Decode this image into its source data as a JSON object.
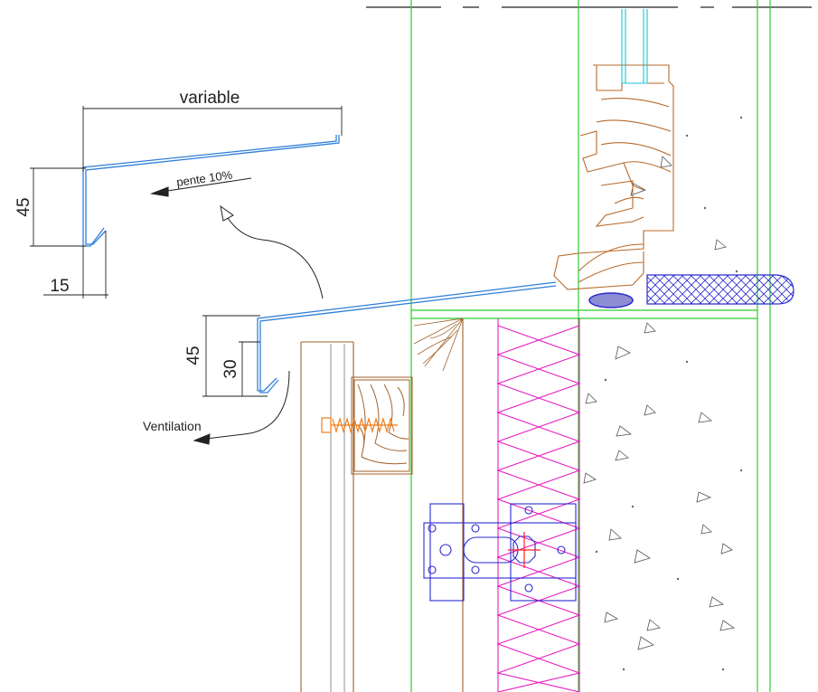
{
  "colors": {
    "dimension": "#222222",
    "flashing": "#2f7fd8",
    "wall_lines": "#2ecc2e",
    "glazing": "#19c7d6",
    "frame": "#b86a2a",
    "wood": "#a0612a",
    "insulation": "#e61cc1",
    "hardware": "#2a2acf",
    "screw": "#f07d1a",
    "cutline": "#ff2020",
    "cladding_gray": "#9a9a9a"
  },
  "labels": {
    "variable": "variable",
    "slope": "pente 10%",
    "dim_45_top": "45",
    "dim_15": "15",
    "dim_45_bottom": "45",
    "dim_30": "30",
    "ventilation": "Ventilation"
  }
}
